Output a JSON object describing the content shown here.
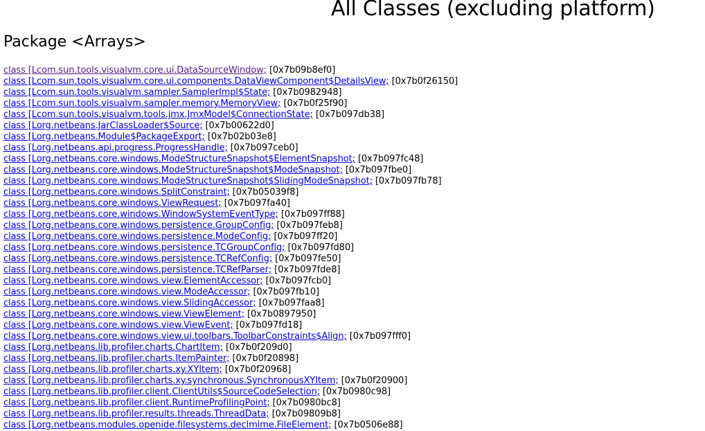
{
  "page": {
    "title": "All Classes (excluding platform)",
    "package_heading": "Package <Arrays>"
  },
  "colors": {
    "link": "#0000ee",
    "visited_link": "#551a8b",
    "text": "#000000",
    "background": "#ffffff"
  },
  "classes": [
    {
      "name": "class [Lcom.sun.tools.visualvm.core.ui.DataSourceWindow;",
      "addr": " [0x7b09b8ef0]",
      "visited": true
    },
    {
      "name": "class [Lcom.sun.tools.visualvm.core.ui.components.DataViewComponent$DetailsView;",
      "addr": " [0x7b0f26150]",
      "visited": false
    },
    {
      "name": "class [Lcom.sun.tools.visualvm.sampler.SamplerImpl$State;",
      "addr": " [0x7b0982948]",
      "visited": false
    },
    {
      "name": "class [Lcom.sun.tools.visualvm.sampler.memory.MemoryView;",
      "addr": " [0x7b0f25f90]",
      "visited": false
    },
    {
      "name": "class [Lcom.sun.tools.visualvm.tools.jmx.JmxModel$ConnectionState;",
      "addr": " [0x7b097db38]",
      "visited": false
    },
    {
      "name": "class [Lorg.netbeans.JarClassLoader$Source;",
      "addr": " [0x7b00622d0]",
      "visited": false
    },
    {
      "name": "class [Lorg.netbeans.Module$PackageExport;",
      "addr": " [0x7b02b03e8]",
      "visited": false
    },
    {
      "name": "class [Lorg.netbeans.api.progress.ProgressHandle;",
      "addr": " [0x7b097ceb0]",
      "visited": false
    },
    {
      "name": "class [Lorg.netbeans.core.windows.ModeStructureSnapshot$ElementSnapshot;",
      "addr": " [0x7b097fc48]",
      "visited": false
    },
    {
      "name": "class [Lorg.netbeans.core.windows.ModeStructureSnapshot$ModeSnapshot;",
      "addr": " [0x7b097fbe0]",
      "visited": false
    },
    {
      "name": "class [Lorg.netbeans.core.windows.ModeStructureSnapshot$SlidingModeSnapshot;",
      "addr": " [0x7b097fb78]",
      "visited": false
    },
    {
      "name": "class [Lorg.netbeans.core.windows.SplitConstraint;",
      "addr": " [0x7b05039f8]",
      "visited": false
    },
    {
      "name": "class [Lorg.netbeans.core.windows.ViewRequest;",
      "addr": " [0x7b097fa40]",
      "visited": false
    },
    {
      "name": "class [Lorg.netbeans.core.windows.WindowSystemEventType;",
      "addr": " [0x7b097ff88]",
      "visited": false
    },
    {
      "name": "class [Lorg.netbeans.core.windows.persistence.GroupConfig;",
      "addr": " [0x7b097feb8]",
      "visited": false
    },
    {
      "name": "class [Lorg.netbeans.core.windows.persistence.ModeConfig;",
      "addr": " [0x7b097ff20]",
      "visited": false
    },
    {
      "name": "class [Lorg.netbeans.core.windows.persistence.TCGroupConfig;",
      "addr": " [0x7b097fd80]",
      "visited": false
    },
    {
      "name": "class [Lorg.netbeans.core.windows.persistence.TCRefConfig;",
      "addr": " [0x7b097fe50]",
      "visited": false
    },
    {
      "name": "class [Lorg.netbeans.core.windows.persistence.TCRefParser;",
      "addr": " [0x7b097fde8]",
      "visited": false
    },
    {
      "name": "class [Lorg.netbeans.core.windows.view.ElementAccessor;",
      "addr": " [0x7b097fcb0]",
      "visited": false
    },
    {
      "name": "class [Lorg.netbeans.core.windows.view.ModeAccessor;",
      "addr": " [0x7b097fb10]",
      "visited": false
    },
    {
      "name": "class [Lorg.netbeans.core.windows.view.SlidingAccessor;",
      "addr": " [0x7b097faa8]",
      "visited": false
    },
    {
      "name": "class [Lorg.netbeans.core.windows.view.ViewElement;",
      "addr": " [0x7b0897950]",
      "visited": false
    },
    {
      "name": "class [Lorg.netbeans.core.windows.view.ViewEvent;",
      "addr": " [0x7b097fd18]",
      "visited": false
    },
    {
      "name": "class [Lorg.netbeans.core.windows.view.ui.toolbars.ToolbarConstraints$Align;",
      "addr": " [0x7b097fff0]",
      "visited": false
    },
    {
      "name": "class [Lorg.netbeans.lib.profiler.charts.ChartItem;",
      "addr": " [0x7b0f209d0]",
      "visited": false
    },
    {
      "name": "class [Lorg.netbeans.lib.profiler.charts.ItemPainter;",
      "addr": " [0x7b0f20898]",
      "visited": false
    },
    {
      "name": "class [Lorg.netbeans.lib.profiler.charts.xy.XYItem;",
      "addr": " [0x7b0f20968]",
      "visited": false
    },
    {
      "name": "class [Lorg.netbeans.lib.profiler.charts.xy.synchronous.SynchronousXYItem;",
      "addr": " [0x7b0f20900]",
      "visited": false
    },
    {
      "name": "class [Lorg.netbeans.lib.profiler.client.ClientUtils$SourceCodeSelection;",
      "addr": " [0x7b0980c98]",
      "visited": false
    },
    {
      "name": "class [Lorg.netbeans.lib.profiler.client.RuntimeProfilingPoint;",
      "addr": " [0x7b0980bc8]",
      "visited": false
    },
    {
      "name": "class [Lorg.netbeans.lib.profiler.results.threads.ThreadData;",
      "addr": " [0x7b09809b8]",
      "visited": false
    },
    {
      "name": "class [Lorg.netbeans.modules.openide.filesystems.declmime.FileElement;",
      "addr": " [0x7b0506e88]",
      "visited": false
    }
  ]
}
